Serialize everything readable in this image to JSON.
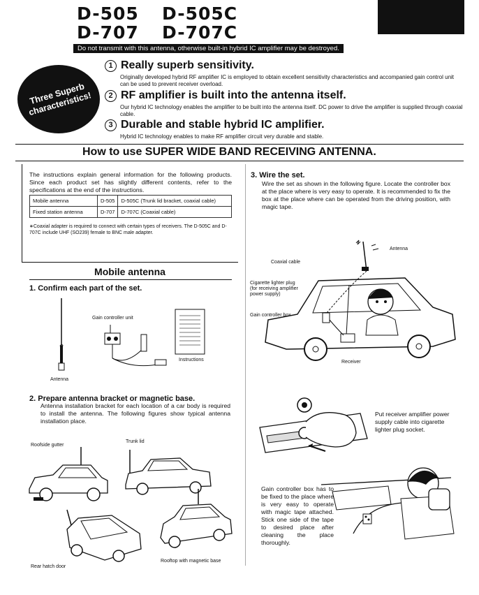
{
  "header": {
    "models_row1": [
      "D-505",
      "D-505C"
    ],
    "models_row2": [
      "D-707",
      "D-707C"
    ],
    "warning": "Do not transmit with this antenna, otherwise built-in hybrid IC amplifier may be destroyed."
  },
  "badge": {
    "line1": "Three Superb",
    "line2": "characteristics!"
  },
  "features": [
    {
      "num": "1",
      "title": "Really superb sensitivity.",
      "desc": "Originally developed hybrid RF amplifier IC is employed to obtain excellent sensitivity characteristics and accompanied gain control unit can be used to prevent receiver overload."
    },
    {
      "num": "2",
      "title": "RF amplifier is built into the antenna itself.",
      "desc": "Our hybrid IC technology enables the amplifier to be built into the antenna itself. DC power to drive the amplifier is supplied through coaxial cable."
    },
    {
      "num": "3",
      "title": "Durable and stable hybrid IC amplifier.",
      "desc": "Hybrid IC technology enables to make RF amplifier circuit very durable and stable."
    }
  ],
  "main_heading": "How to use SUPER WIDE BAND RECEIVING ANTENNA.",
  "intro": "The instructions explain general information for the following products. Since each product set has slightly different contents, refer to the specifications at the end of the instructions.",
  "spec_table": [
    [
      "Mobile antenna",
      "D-505",
      "D-505C (Trunk lid bracket, coaxial cable)"
    ],
    [
      "Fixed station antenna",
      "D-707",
      "D-707C (Coaxial cable)"
    ]
  ],
  "footnote": "∗Coaxial adapter is required to connect with certain types of receivers. The D-505C and D-707C include UHF (SO239) female to BNC male adapter.",
  "mobile": {
    "heading": "Mobile antenna",
    "step1": "1. Confirm each part of the set.",
    "labels": {
      "gain_controller": "Gain controller unit",
      "instructions": "Instructions",
      "antenna": "Antenna"
    },
    "step2": "2. Prepare antenna bracket or magnetic base.",
    "step2_text": "Antenna installation bracket for each location of a car body is required to install the antenna. The following figures show typical antenna installation place.",
    "locations": {
      "roofside": "Roofside gutter",
      "trunk": "Trunk lid",
      "rear": "Rear hatch door",
      "rooftop": "Rooftop with magnetic base"
    }
  },
  "wire": {
    "step3": "3. Wire the set.",
    "text": "Wire the set as shown in the following figure. Locate the controller box at the place where is very easy to operate. It is recommended to fix the box at the place where can be operated from the driving position, with magic tape.",
    "labels": {
      "antenna": "Antenna",
      "coaxial": "Coaxial cable",
      "cig1": "Cigarette lighter plug",
      "cig2": "(for receiving amplifier",
      "cig3": "power supply)",
      "gain_box": "Gain controller box",
      "receiver": "Receiver"
    },
    "plug_text": "Put receiver amplifier power supply cable into cigarette lighter plug socket.",
    "gain_text": "Gain controller box has to be fixed to the place where is very easy to operate with magic tape attached. Stick one side of the tape to desired place after cleaning the place thoroughly."
  }
}
